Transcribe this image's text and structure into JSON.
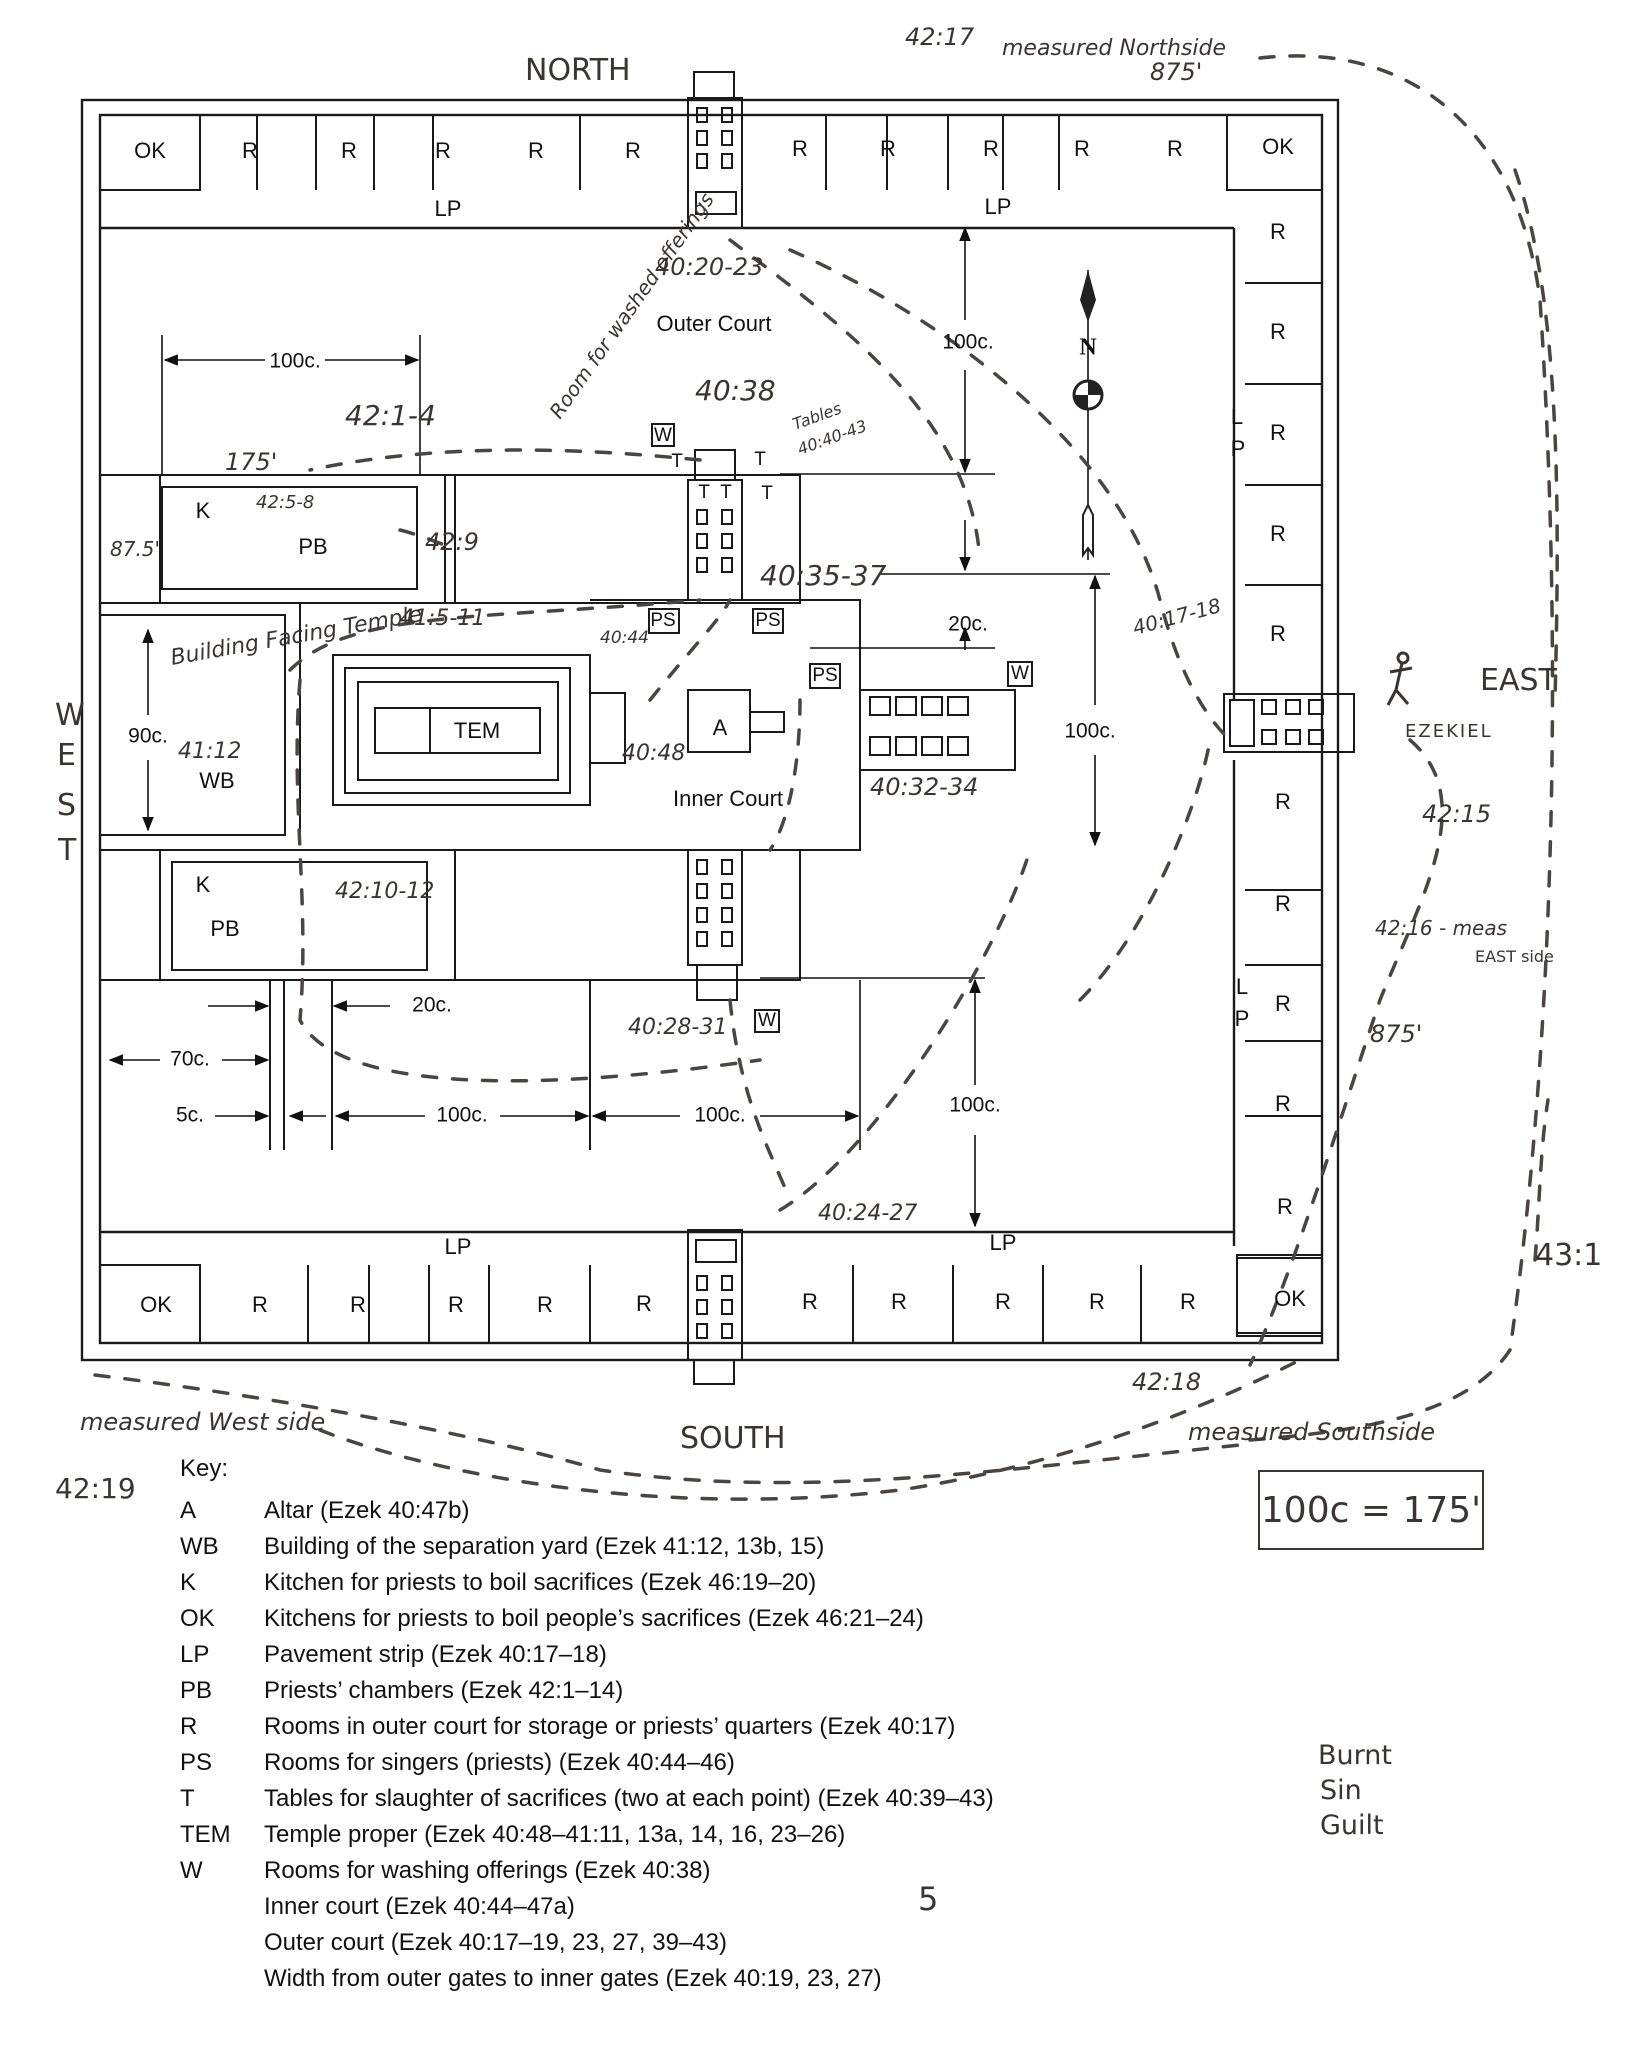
{
  "directions": {
    "north": "NORTH",
    "south": "SOUTH",
    "east": "EAST",
    "west": [
      "W",
      "E",
      "S",
      "T"
    ]
  },
  "compass": {
    "letter": "N"
  },
  "north_rooms": [
    "OK",
    "R",
    "R",
    "R",
    "R",
    "R",
    "R",
    "R",
    "R",
    "R",
    "R",
    "OK"
  ],
  "south_rooms": [
    "OK",
    "R",
    "R",
    "R",
    "R",
    "R",
    "R",
    "R",
    "R",
    "R",
    "R",
    "OK"
  ],
  "east_rooms": [
    "R",
    "R",
    "R",
    "R",
    "R",
    "R",
    "R",
    "R",
    "R",
    "R"
  ],
  "pavement_label": "LP",
  "pavement_vertical": [
    "L",
    "P"
  ],
  "areas": {
    "outer_court": "Outer Court",
    "inner_court": "Inner Court",
    "altar": "A",
    "temple": "TEM",
    "west_building": "WB",
    "kitchen": "K",
    "priests_chambers": "PB",
    "singers": "PS",
    "washing": "W",
    "tables": "T"
  },
  "dimensions": {
    "d100": "100c.",
    "d20": "20c.",
    "d90": "90c.",
    "d70": "70c.",
    "d5": "5c."
  },
  "handwritten": {
    "north_measure_ref": "42:17",
    "north_measure_text": "measured Northside",
    "north_measure_len": "875'",
    "gate_north": "40:20-23",
    "washed_offerings": "Room for washed offerings",
    "ref_40_38": "40:38",
    "tables_note": "Tables",
    "tables_ref": "40:40-43",
    "ref_42_1_4": "42:1-4",
    "len_175": "175'",
    "ref_42_5_8": "42:5-8",
    "len_87_5": "87.5'",
    "ref_42_9": "42:9",
    "ref_41_5_11": "41:5-11",
    "ref_40_44": "40:44",
    "ref_40_35_37": "40:35-37",
    "ref_40_17_18": "40:17-18",
    "building_facing": "Building Facing Temple",
    "ref_41_12": "41:12",
    "ref_40_48": "40:48",
    "ref_40_32_34": "40:32-34",
    "ezekiel": "EZEKIEL",
    "ref_42_15": "42:15",
    "ref_42_16": "42:16 - meas",
    "east_side": "EAST side",
    "len_875_east": "875'",
    "ref_42_10_12": "42:10-12",
    "ref_40_28_31": "40:28-31",
    "ref_40_24_27": "40:24-27",
    "ref_43_1": "43:1",
    "ref_42_18": "42:18",
    "south_measure": "measured Southside",
    "west_measure": "measured West side",
    "ref_42_19": "42:19",
    "scale": "100c = 175'",
    "page_number": "5",
    "offerings": [
      "Burnt",
      "Sin",
      "Guilt"
    ]
  },
  "key": {
    "title": "Key:",
    "entries": [
      {
        "code": "A",
        "desc": "Altar (Ezek 40:47b)"
      },
      {
        "code": "WB",
        "desc": "Building of the separation yard (Ezek 41:12, 13b, 15)"
      },
      {
        "code": "K",
        "desc": "Kitchen for priests to boil sacrifices (Ezek 46:19–20)"
      },
      {
        "code": "OK",
        "desc": "Kitchens for priests to boil people’s sacrifices (Ezek 46:21–24)"
      },
      {
        "code": "LP",
        "desc": "Pavement strip (Ezek 40:17–18)"
      },
      {
        "code": "PB",
        "desc": "Priests’ chambers (Ezek 42:1–14)"
      },
      {
        "code": "R",
        "desc": "Rooms in outer court for storage or priests’ quarters (Ezek 40:17)"
      },
      {
        "code": "PS",
        "desc": "Rooms for singers (priests) (Ezek 40:44–46)"
      },
      {
        "code": "T",
        "desc": "Tables for slaughter of sacrifices (two at each point) (Ezek 40:39–43)"
      },
      {
        "code": "TEM",
        "desc": "Temple proper (Ezek 40:48–41:11, 13a, 14, 16, 23–26)"
      },
      {
        "code": "W",
        "desc": "Rooms for washing offerings (Ezek 40:38)"
      },
      {
        "code": "",
        "desc": "Inner court (Ezek 40:44–47a)"
      },
      {
        "code": "",
        "desc": "Outer court (Ezek 40:17–19, 23, 27, 39–43)"
      },
      {
        "code": "",
        "desc": "Width from outer gates to inner gates (Ezek 40:19, 23, 27)"
      }
    ]
  }
}
